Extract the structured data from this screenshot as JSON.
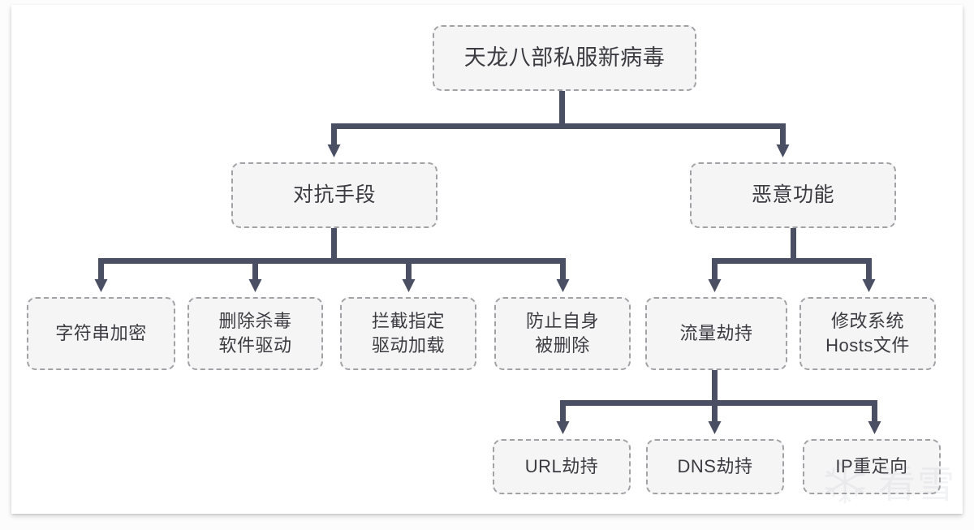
{
  "diagram": {
    "type": "tree",
    "title": "天龙八部私服新病毒",
    "theme": {
      "node_fill": "#f5f5f6",
      "node_border": "#a2a2a6",
      "connector": "#4a4f63",
      "text": "#3b3b41",
      "page_background": "#ffffff"
    },
    "nodes": {
      "root": {
        "label": "天龙八部私服新病毒"
      },
      "level2": [
        {
          "id": "anti",
          "label": "对抗手段"
        },
        {
          "id": "malicious",
          "label": "恶意功能"
        }
      ],
      "level3_anti": [
        {
          "id": "str-enc",
          "label": "字符串加密"
        },
        {
          "id": "del-av",
          "label": "删除杀毒\n软件驱动"
        },
        {
          "id": "block-drv",
          "label": "拦截指定\n驱动加载"
        },
        {
          "id": "self-protect",
          "label": "防止自身\n被删除"
        }
      ],
      "level3_malicious": [
        {
          "id": "traffic",
          "label": "流量劫持"
        },
        {
          "id": "hosts",
          "label": "修改系统\nHosts文件"
        }
      ],
      "level4_traffic": [
        {
          "id": "url",
          "label": "URL劫持"
        },
        {
          "id": "dns",
          "label": "DNS劫持"
        },
        {
          "id": "ip",
          "label": "IP重定向"
        }
      ]
    },
    "edges": [
      {
        "from": "root",
        "to": "anti"
      },
      {
        "from": "root",
        "to": "malicious"
      },
      {
        "from": "anti",
        "to": "str-enc"
      },
      {
        "from": "anti",
        "to": "del-av"
      },
      {
        "from": "anti",
        "to": "block-drv"
      },
      {
        "from": "anti",
        "to": "self-protect"
      },
      {
        "from": "malicious",
        "to": "traffic"
      },
      {
        "from": "malicious",
        "to": "hosts"
      },
      {
        "from": "traffic",
        "to": "url"
      },
      {
        "from": "traffic",
        "to": "dns"
      },
      {
        "from": "traffic",
        "to": "ip"
      }
    ]
  },
  "watermark": {
    "text": "看雪",
    "icon": "snowflake-icon"
  }
}
